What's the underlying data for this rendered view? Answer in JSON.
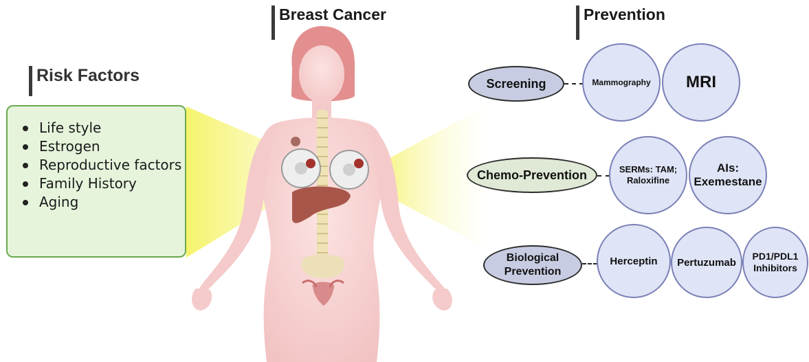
{
  "headings": {
    "breast_cancer": "Breast Cancer",
    "prevention": "Prevention",
    "risk_factors": "Risk Factors"
  },
  "risk_factors": {
    "items": [
      "Life style",
      "Estrogen",
      "Reproductive factors",
      "Family History",
      "Aging"
    ]
  },
  "prevention": {
    "screening": {
      "label": "Screening",
      "methods": [
        "Mammography",
        "MRI"
      ]
    },
    "chemo": {
      "label": "Chemo-Prevention",
      "methods": [
        "SERMs: TAM; Raloxifine",
        "AIs: Exemestane"
      ]
    },
    "biological": {
      "label": "Biological Prevention",
      "methods": [
        "Herceptin",
        "Pertuzumab",
        "PD1/PDL1 Inhibitors"
      ]
    }
  },
  "colors": {
    "risk_box_bg": "#e6f4dc",
    "risk_box_border": "#6aa84f",
    "circle_fill": "#dfe4f6",
    "highlight_beam": "#f6f37a",
    "skin": "#f6cfcf"
  }
}
